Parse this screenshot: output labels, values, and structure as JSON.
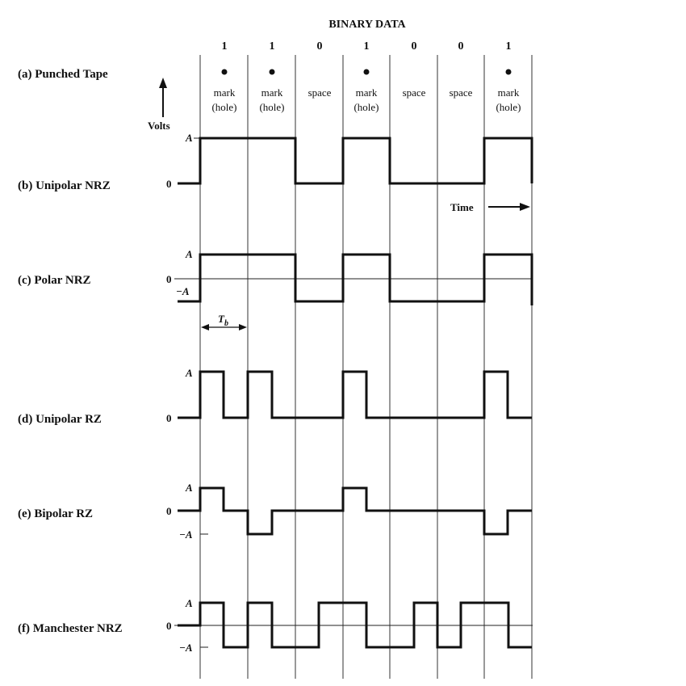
{
  "title": "BINARY DATA",
  "bits": [
    "1",
    "1",
    "0",
    "1",
    "0",
    "0",
    "1"
  ],
  "tape": {
    "mark_word": "mark",
    "hole_word": "(hole)",
    "space_word": "space"
  },
  "axes": {
    "volts": "Volts",
    "time": "Time",
    "tb_symbol": "T",
    "tb_sub": "b"
  },
  "rows": [
    {
      "key": "tape",
      "label": "(a) Punched Tape"
    },
    {
      "key": "unipolar_nrz",
      "label": "(b) Unipolar NRZ",
      "levels": [
        "A",
        "0"
      ]
    },
    {
      "key": "polar_nrz",
      "label": "(c) Polar NRZ",
      "levels": [
        "A",
        "0",
        "−A"
      ]
    },
    {
      "key": "unipolar_rz",
      "label": "(d) Unipolar RZ",
      "levels": [
        "A",
        "0"
      ]
    },
    {
      "key": "bipolar_rz",
      "label": "(e) Bipolar RZ",
      "levels": [
        "A",
        "0",
        "−A"
      ]
    },
    {
      "key": "manchester_nrz",
      "label": "(f) Manchester NRZ",
      "levels": [
        "A",
        "0",
        "−A"
      ]
    }
  ]
}
